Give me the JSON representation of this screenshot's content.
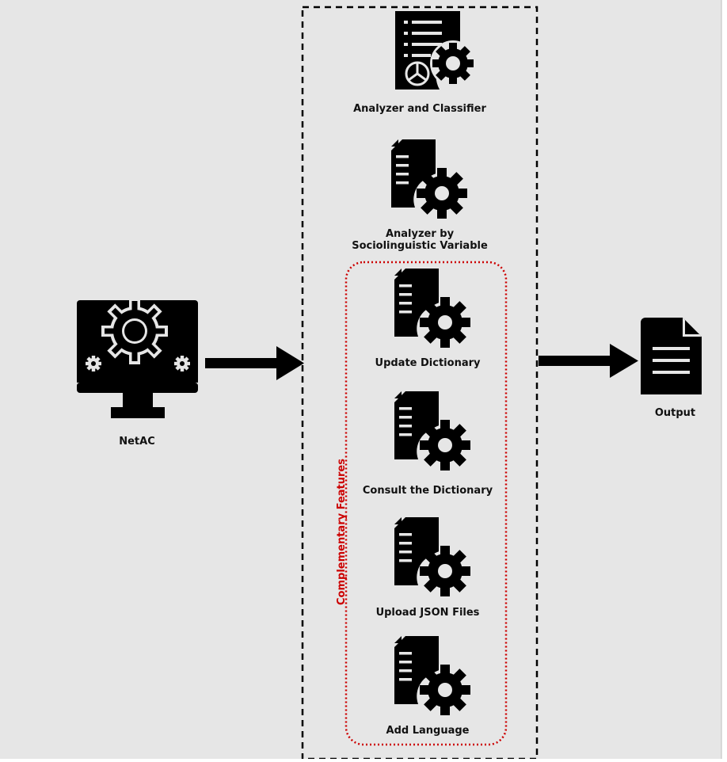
{
  "colors": {
    "background": "#e6e6e6",
    "icon": "#000000",
    "group_border": "#000000",
    "complementary_border": "#cc0000",
    "complementary_label": "#cc0000"
  },
  "source": {
    "label": "NetAC",
    "icon": "monitor-gears-icon"
  },
  "features": [
    {
      "label": "Analyzer and Classifier",
      "icon": "report-gear-icon"
    },
    {
      "label_line1": "Analyzer by",
      "label_line2": "Sociolinguistic Variable",
      "icon": "document-gear-icon"
    }
  ],
  "complementary": {
    "title": "Complementary Features",
    "items": [
      {
        "label": "Update Dictionary",
        "icon": "document-gear-icon"
      },
      {
        "label": "Consult the Dictionary",
        "icon": "document-gear-icon"
      },
      {
        "label": "Upload JSON Files",
        "icon": "document-gear-icon"
      },
      {
        "label": "Add Language",
        "icon": "document-gear-icon"
      }
    ]
  },
  "output": {
    "label": "Output",
    "icon": "document-icon"
  }
}
